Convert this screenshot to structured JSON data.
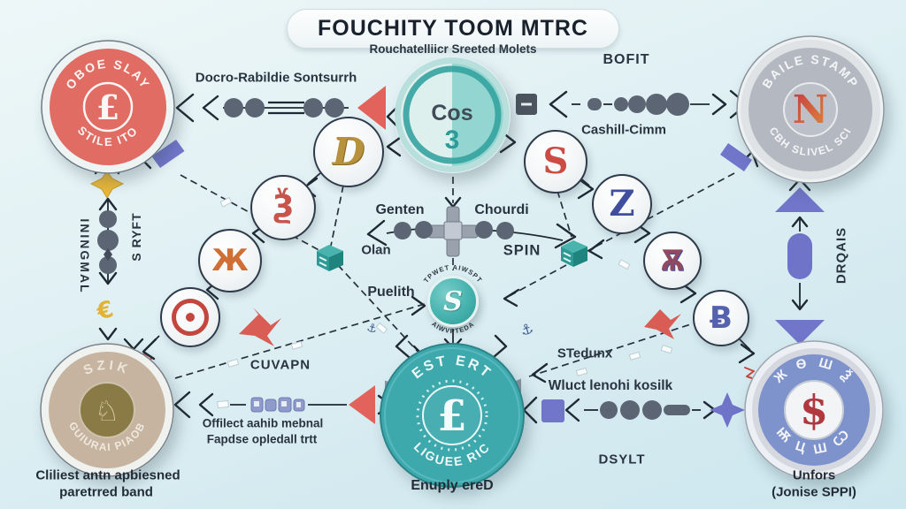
{
  "title": {
    "main": "FOUCHITY TOOM MTRC",
    "subtitle": "Rouchatelliicr Sreeted Molets"
  },
  "labels": {
    "docro": "Docro-Rabildie Sontsurrh",
    "bofit": "BOFIT",
    "cashill": "Cashill-Cimm",
    "genten": "Genten",
    "chourdi": "Chourdi",
    "olan": "Olan",
    "spin": "SPIN",
    "puelih": "Puelith",
    "cuvapn": "CUVAPN",
    "stedunx": "STedunx",
    "wluct": "Wluct lenohi kosilk",
    "dsylt": "DSYLT",
    "offilect1": "Offilect aahib mebnal",
    "offilect2": "Fapdse opledall trtt",
    "left_outer_vertical": "ININGMAL",
    "left_inner_vertical": "S RYFT",
    "right_vertical": "DRQAIS"
  },
  "coins": {
    "top_left": {
      "arc_top": "OBOE SLAY",
      "arc_bottom": "STILE ITO",
      "symbol": "£"
    },
    "top_center": {
      "word": "Cos",
      "number": "3"
    },
    "top_right": {
      "arc_top": "BAILE STAMP",
      "arc_bottom": "CBH SLIVEL SCI",
      "symbol": "N"
    },
    "bottom_left": {
      "arc_top": "SZIK",
      "arc_bottom": "GUIURAI PIAOB",
      "symbol": "♘",
      "caption1": "Cliliest antn apbiesned",
      "caption2": "paretrred band"
    },
    "bottom_center": {
      "arc_top": "EST ERT",
      "arc_bottom": "LIGUEE RIC",
      "symbol": "£",
      "caption": "Enuply ereD"
    },
    "bottom_right": {
      "arc_top": "Ж Ѳ Ш Ѯ",
      "arc_bottom": "Ѭ Ц Ш Ѡ",
      "symbol": "$",
      "caption1": "Unfors",
      "caption2": "(Jonise SPPI)"
    }
  },
  "nodes": {
    "gold_d": "D",
    "red_curl": "Ѯ",
    "orange_mark": "Ж",
    "red_s": "S",
    "z": "Z",
    "crest": "Ѫ",
    "b": "Ƀ",
    "s_coin": "S",
    "s_arc_top": "TPWET AIWSPT",
    "s_arc_bottom": "AIWVPTEDA",
    "euro_mark": "€"
  },
  "colors": {
    "background": "#d9ecf1",
    "coin_red": "#e06c64",
    "teal": "#3da9ad",
    "silver": "#b4b8c0",
    "tan": "#c6b4a0",
    "coin_blue": "#7e93cc",
    "purple": "#6f74c9",
    "bead": "#5b6573",
    "accent_red": "#e0625a",
    "gold": "#e3b33a",
    "ink": "#222c38"
  }
}
